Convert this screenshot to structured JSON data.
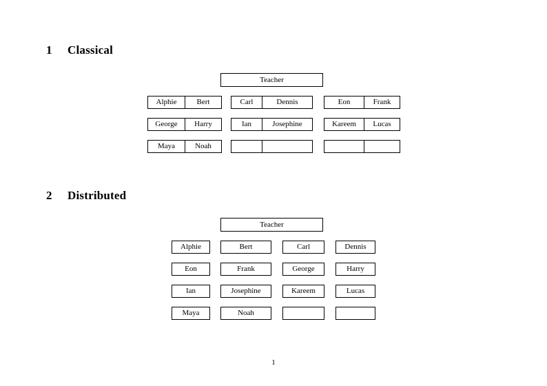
{
  "document": {
    "page_number": "1"
  },
  "sections": [
    {
      "number": "1",
      "title": "Classical",
      "teacher_label": "Teacher",
      "layout": "grouped-pairs",
      "groups": [
        {
          "rows": [
            [
              "Alphie",
              "Bert"
            ],
            [
              "George",
              "Harry"
            ],
            [
              "Maya",
              "Noah"
            ]
          ]
        },
        {
          "rows": [
            [
              "Carl",
              "Dennis"
            ],
            [
              "Ian",
              "Josephine"
            ],
            [
              "",
              ""
            ]
          ]
        },
        {
          "rows": [
            [
              "Eon",
              "Frank"
            ],
            [
              "Kareem",
              "Lucas"
            ],
            [
              "",
              ""
            ]
          ]
        }
      ]
    },
    {
      "number": "2",
      "title": "Distributed",
      "teacher_label": "Teacher",
      "layout": "individual-boxes",
      "rows": [
        [
          "Alphie",
          "Bert",
          "Carl",
          "Dennis"
        ],
        [
          "Eon",
          "Frank",
          "George",
          "Harry"
        ],
        [
          "Ian",
          "Josephine",
          "Kareem",
          "Lucas"
        ],
        [
          "Maya",
          "Noah",
          "",
          ""
        ]
      ]
    }
  ],
  "colors": {
    "page_background": "#ffffff",
    "text": "#000000",
    "box_border": "#000000"
  }
}
